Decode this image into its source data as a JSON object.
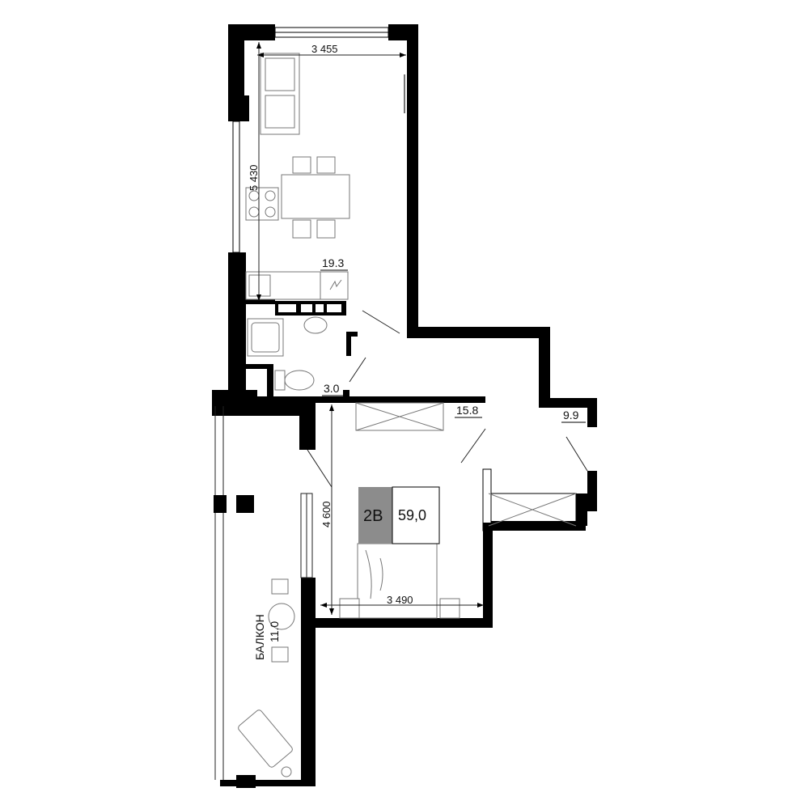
{
  "dimensions": {
    "kitchen_width": "3 455",
    "kitchen_length": "5 430",
    "bedroom_length": "4 600",
    "bedroom_width": "3 490"
  },
  "rooms": {
    "living_kitchen_area": "19.3",
    "bathroom_area": "3.0",
    "bedroom_area": "15.8",
    "hall_area": "9.9",
    "balcony_name": "БАЛКОН",
    "balcony_area": "11.0"
  },
  "badge": {
    "code": "2B",
    "total_area": "59,0",
    "code_bg": "#8c8c8c"
  },
  "colors": {
    "wall": "#000000",
    "furniture": "#777777"
  }
}
